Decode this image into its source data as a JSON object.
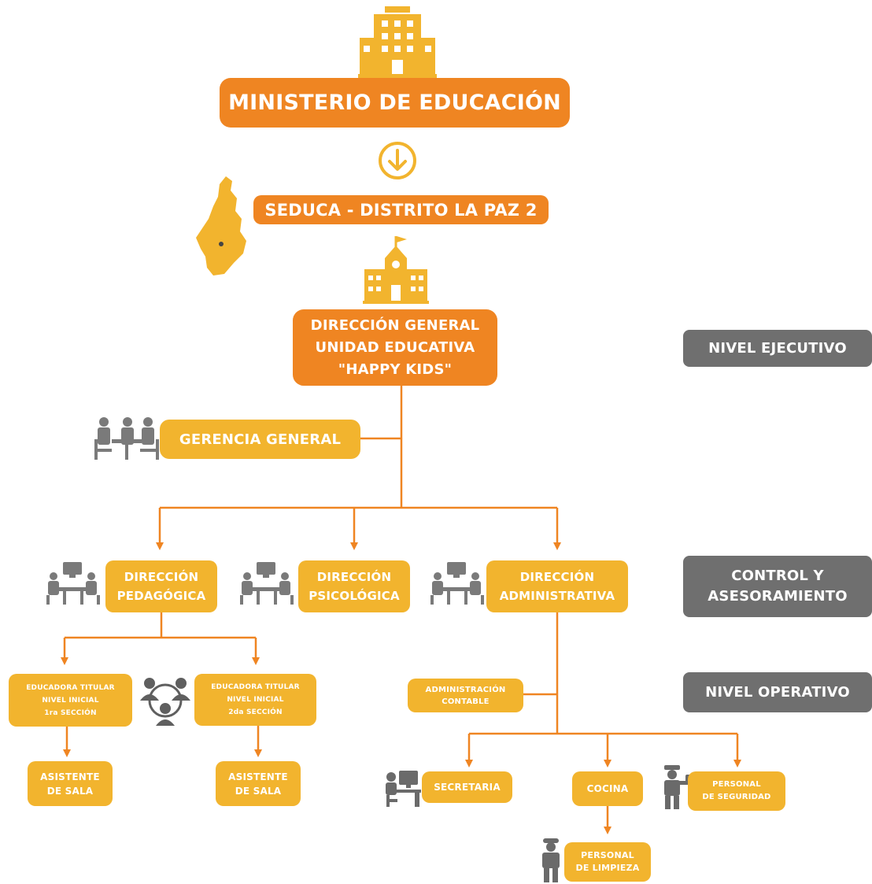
{
  "nodes": {
    "ministerio": "MINISTERIO DE EDUCACIÓN",
    "seduca": "SEDUCA - DISTRITO LA PAZ 2",
    "direccion_general": "DIRECCIÓN GENERAL\nUNIDAD EDUCATIVA\n\"HAPPY KIDS\"",
    "gerencia_general": "GERENCIA GENERAL",
    "direccion_pedagogica": "DIRECCIÓN\nPEDAGÓGICA",
    "direccion_psicologica": "DIRECCIÓN\nPSICOLÓGICA",
    "direccion_administrativa": "DIRECCIÓN\nADMINISTRATIVA",
    "educadora_1": "EDUCADORA TITULAR\nNIVEL INICIAL\n1ra SECCIÓN",
    "educadora_2": "EDUCADORA TITULAR\nNIVEL INICIAL\n2da SECCIÓN",
    "asistente_1": "ASISTENTE\nDE SALA",
    "asistente_2": "ASISTENTE\nDE SALA",
    "administracion_contable": "ADMINISTRACIÓN\nCONTABLE",
    "secretaria": "SECRETARIA",
    "cocina": "COCINA",
    "personal_seguridad": "PERSONAL\nDE SEGURIDAD",
    "personal_limpieza": "PERSONAL\nDE LIMPIEZA"
  },
  "levels": {
    "ejecutivo": "NIVEL EJECUTIVO",
    "control": "CONTROL Y\nASESORAMIENTO",
    "operativo": "NIVEL OPERATIVO"
  },
  "icons": [
    "building-icon",
    "down-arrow-circle-icon",
    "map-icon",
    "school-icon",
    "meeting-icon",
    "office-desk-icon",
    "team-icon",
    "computer-desk-icon",
    "security-guard-icon",
    "janitor-icon"
  ],
  "colors": {
    "orange": "#ef8522",
    "yellow": "#f2b42e",
    "gray": "#6f6f6f",
    "connector": "#ef8522"
  }
}
